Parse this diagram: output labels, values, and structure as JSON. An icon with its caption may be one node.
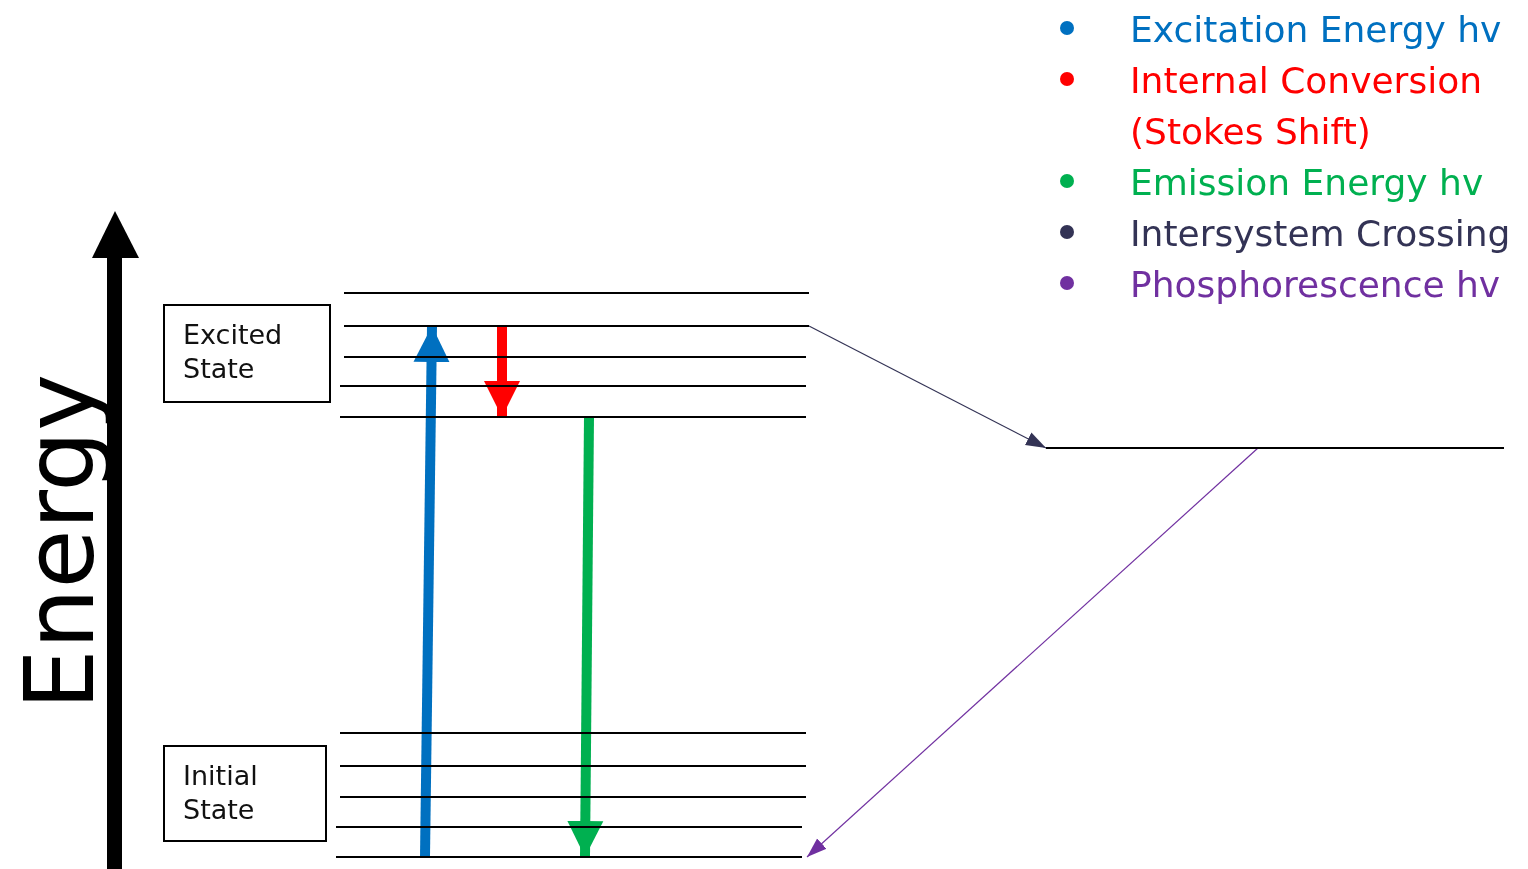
{
  "diagram": {
    "nodes": [
      {
        "text": [
          "Excited State"
        ]
      },
      {
        "text": [],
        "shape": "bar"
      },
      {
        "text": [],
        "shape": "bar"
      },
      {
        "text": [],
        "shape": "bar"
      },
      {
        "text": [],
        "shape": "bar"
      },
      {
        "text": [],
        "shape": "bar"
      },
      {
        "text": [],
        "shape": "bar"
      },
      {
        "text": [
          "Initial State"
        ]
      },
      {
        "text": [],
        "shape": "bar"
      },
      {
        "text": [],
        "shape": "bar"
      },
      {
        "text": [],
        "shape": "bar"
      },
      {
        "text": [],
        "shape": "bar"
      },
      {
        "text": [],
        "shape": "bar"
      }
    ],
    "edges": [
      {
        "from": 12,
        "to": 2,
        "arrow": "to",
        "color": "#0070c0"
      },
      {
        "from": 2,
        "to": 5,
        "arrow": "to",
        "color": "#ff0000"
      },
      {
        "from": 5,
        "to": 12,
        "arrow": "to",
        "color": "#00b050"
      },
      {
        "from": 2,
        "to": 6,
        "arrow": "to",
        "color": "#333355"
      },
      {
        "from": 6,
        "to": 12,
        "arrow": "to",
        "color": "#7030a0"
      }
    ],
    "labels": [
      "Energy"
    ],
    "legend": [
      {
        "text": "Excitation Energy hv",
        "color": "#0070c0"
      },
      {
        "text": "Internal Conversion (Stokes Shift)",
        "color": "#ff0000"
      },
      {
        "text": "Emission Energy hv",
        "color": "#00b050"
      },
      {
        "text": "Intersystem Crossing",
        "color": "#333355"
      },
      {
        "text": "Phosphorescence hv",
        "color": "#7030a0"
      }
    ]
  }
}
